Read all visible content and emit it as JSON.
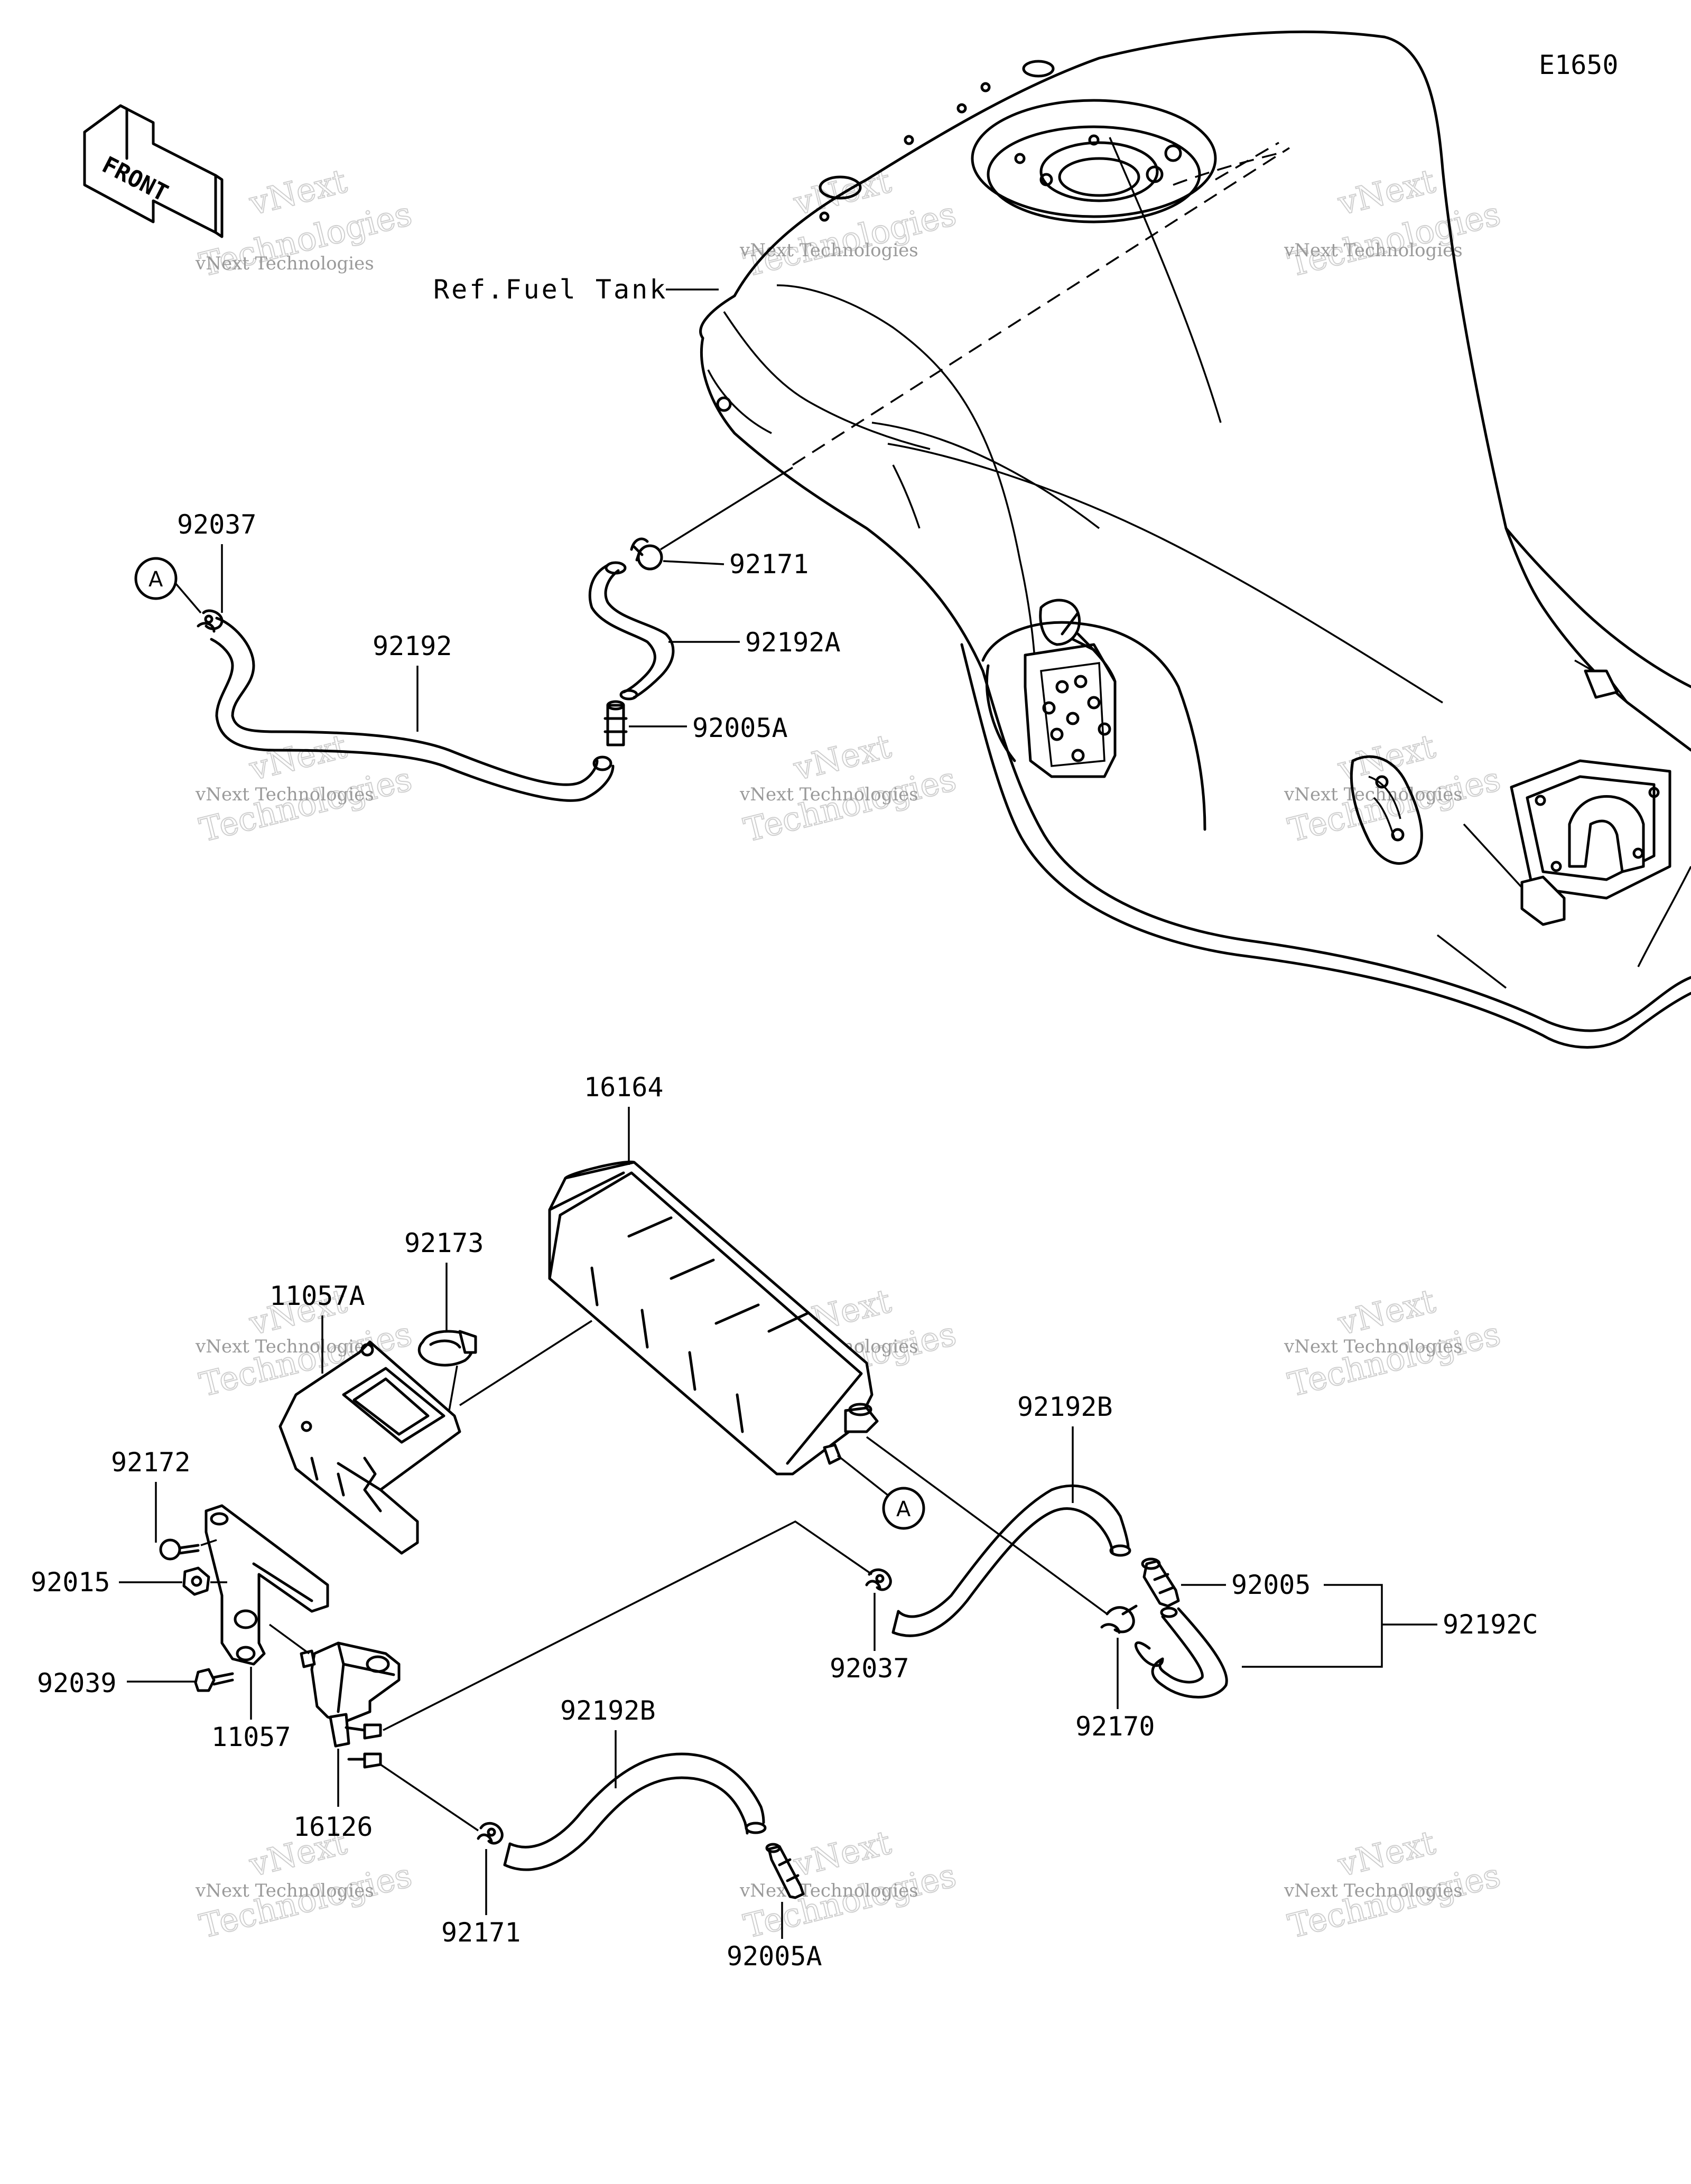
{
  "diagram_code": "E1650",
  "front_label": "FRONT",
  "reference_label": "Ref.Fuel Tank",
  "connection_marker": "A",
  "watermark": {
    "line1": "vNext Technologies",
    "line2": "vNext",
    "line3": "Technologies"
  },
  "callouts": {
    "p92037_top": "92037",
    "p92192": "92192",
    "p92171_top": "92171",
    "p92192A": "92192A",
    "p92005A_top": "92005A",
    "p16164": "16164",
    "p92173": "92173",
    "p11057A": "11057A",
    "p92172": "92172",
    "p92015": "92015",
    "p92039": "92039",
    "p11057": "11057",
    "p16126": "16126",
    "p92192B_right": "92192B",
    "p92037_bottom": "92037",
    "p92005": "92005",
    "p92192C": "92192C",
    "p92170": "92170",
    "p92192B_bottom": "92192B",
    "p92171_bottom": "92171",
    "p92005A_bottom": "92005A"
  }
}
